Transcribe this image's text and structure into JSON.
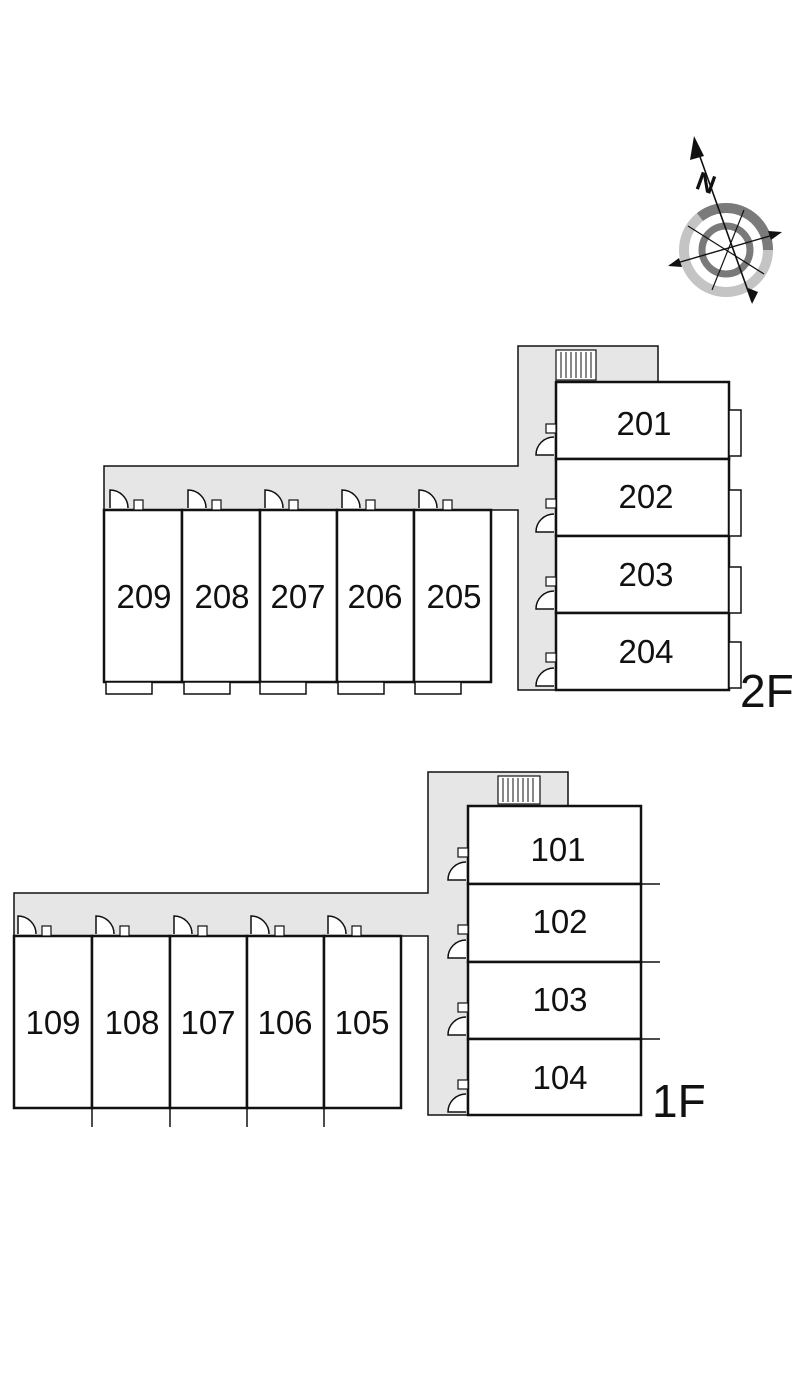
{
  "compass": {
    "north_label": "N"
  },
  "floors": [
    {
      "label": "2F",
      "units": [
        "201",
        "202",
        "203",
        "204",
        "205",
        "206",
        "207",
        "208",
        "209"
      ]
    },
    {
      "label": "1F",
      "units": [
        "101",
        "102",
        "103",
        "104",
        "105",
        "106",
        "107",
        "108",
        "109"
      ]
    }
  ],
  "colors": {
    "corridor": "#e6e6e6",
    "wall": "#111111",
    "compass_ring_dark": "#7a7a7a",
    "compass_ring_light": "#c4c4c4"
  }
}
